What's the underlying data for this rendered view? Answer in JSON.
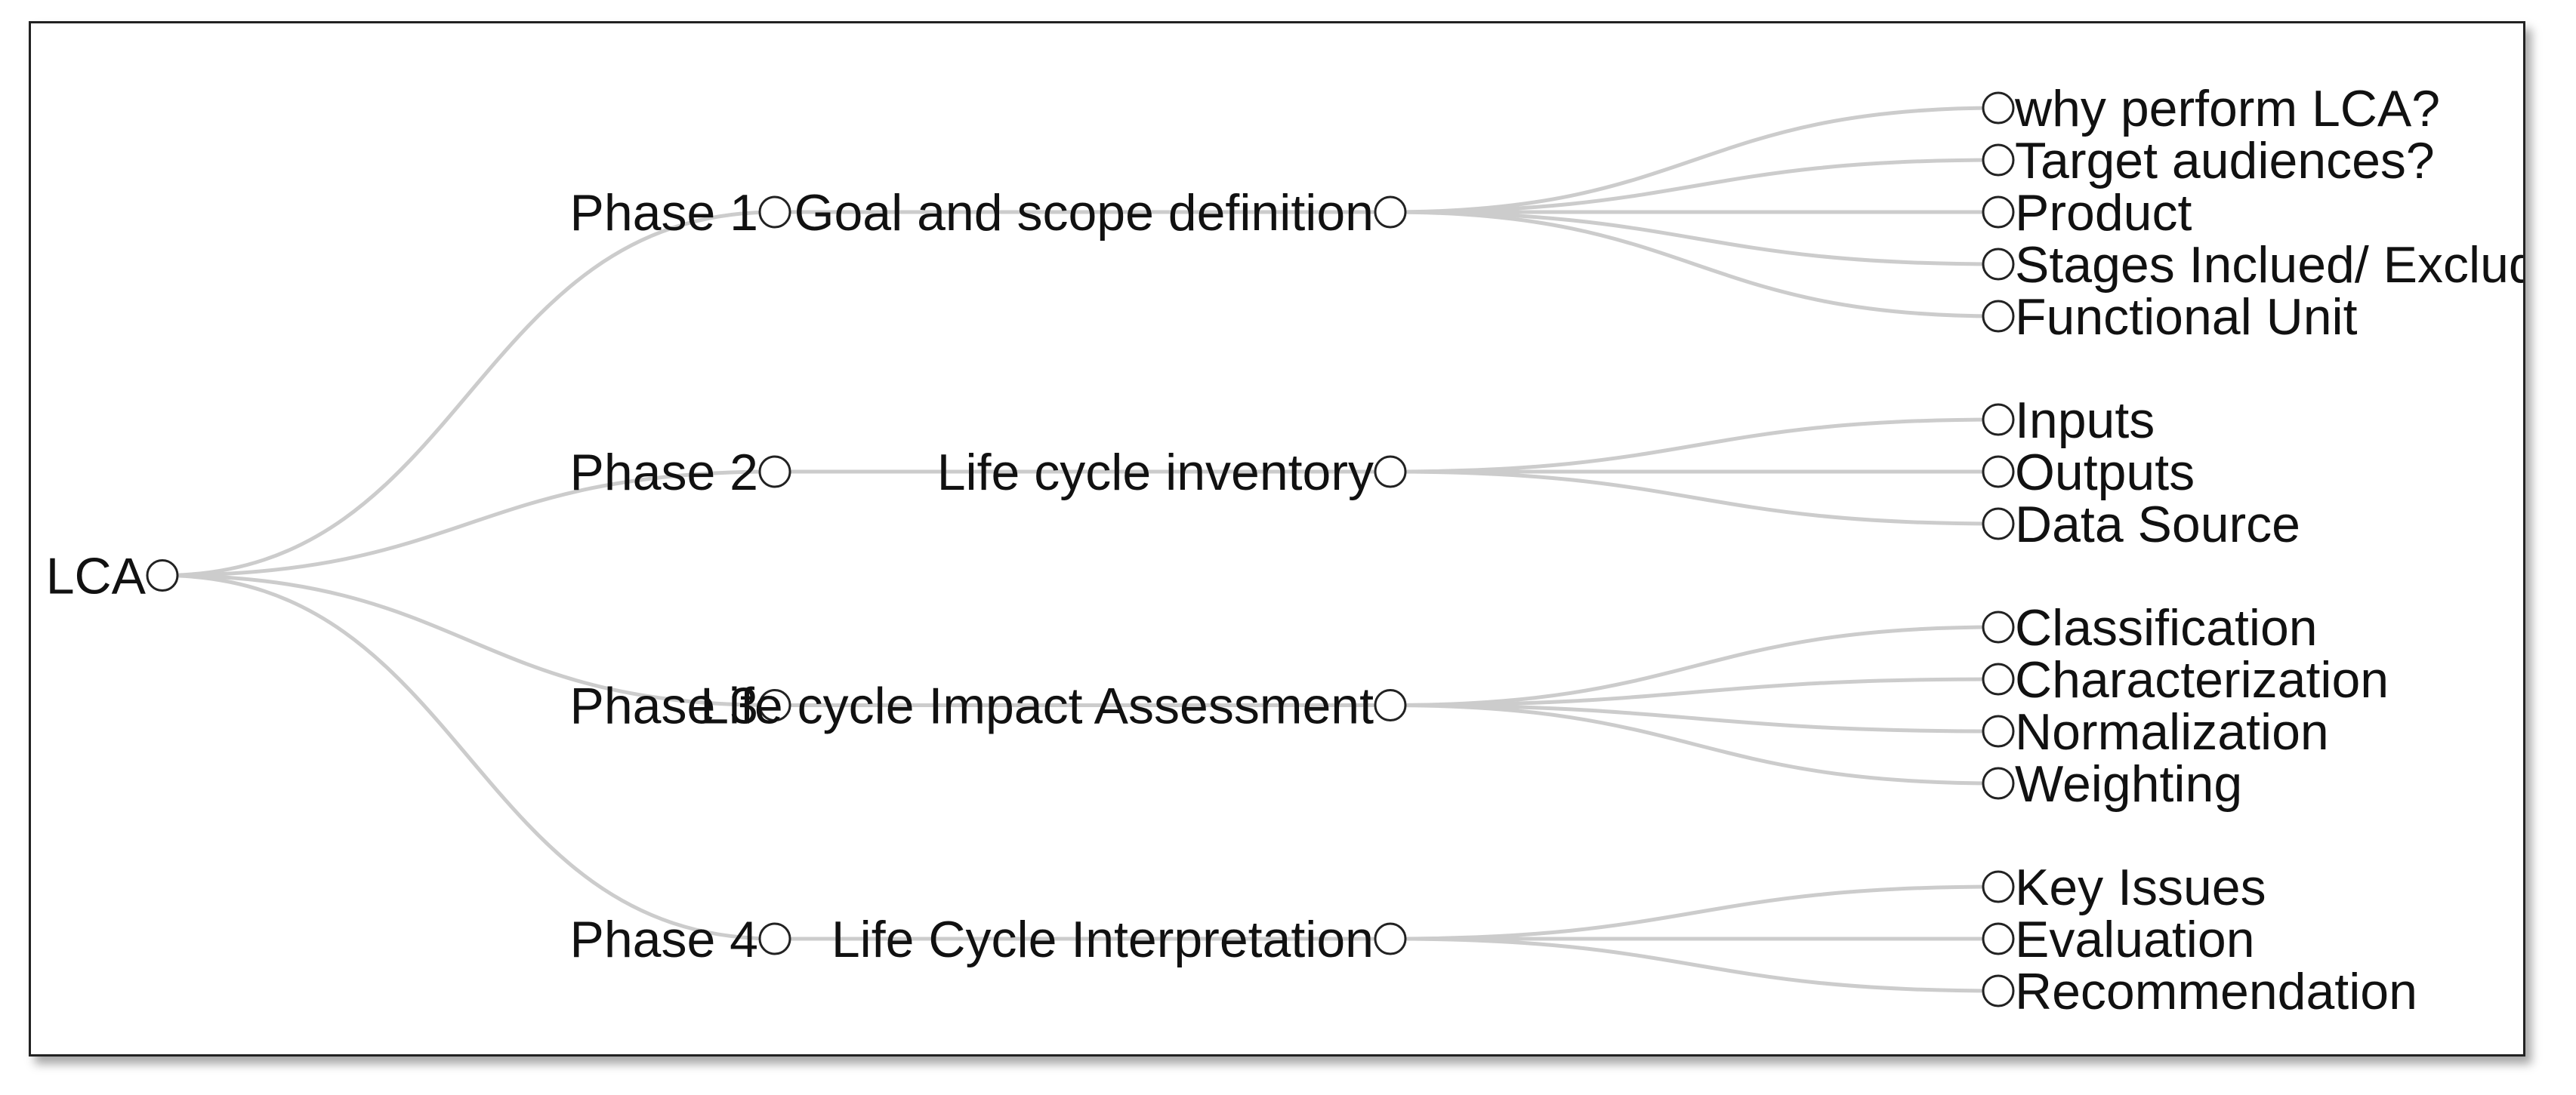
{
  "tree": {
    "name": "LCA",
    "children": [
      {
        "name": "Phase 1",
        "children": [
          {
            "name": "Goal and scope definition",
            "children": [
              {
                "name": "why perform LCA?"
              },
              {
                "name": "Target audiences?"
              },
              {
                "name": "Product"
              },
              {
                "name": "Stages Inclued/ Excluded"
              },
              {
                "name": "Functional Unit"
              }
            ]
          }
        ]
      },
      {
        "name": "Phase 2",
        "children": [
          {
            "name": "Life cycle inventory",
            "children": [
              {
                "name": "Inputs"
              },
              {
                "name": "Outputs"
              },
              {
                "name": "Data Source"
              }
            ]
          }
        ]
      },
      {
        "name": "Phase 3",
        "children": [
          {
            "name": "Life cycle Impact Assessment",
            "children": [
              {
                "name": "Classification"
              },
              {
                "name": "Characterization"
              },
              {
                "name": "Normalization"
              },
              {
                "name": "Weighting"
              }
            ]
          }
        ]
      },
      {
        "name": "Phase 4",
        "children": [
          {
            "name": "Life Cycle Interpretation",
            "children": [
              {
                "name": "Key Issues"
              },
              {
                "name": "Evaluation"
              },
              {
                "name": "Recommendation"
              }
            ]
          }
        ]
      }
    ]
  },
  "colors": {
    "link": "#cccccc",
    "node_stroke": "#222222",
    "text": "#111111"
  }
}
